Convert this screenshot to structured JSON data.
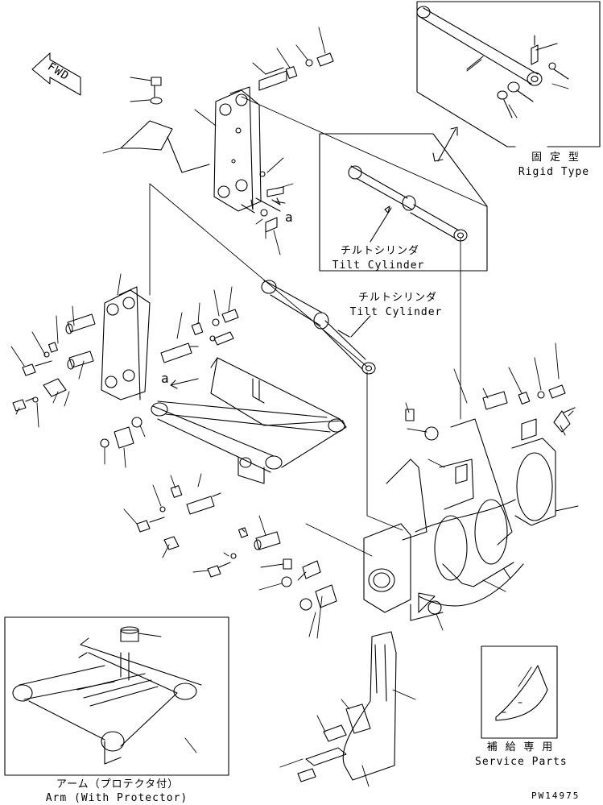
{
  "fwd_label": "FWD",
  "marker_a": "a",
  "rigid_type": {
    "ja": "固 定 型",
    "en": "Rigid Type"
  },
  "tilt_cylinder_upper": {
    "ja": "チルトシリンダ",
    "en": "Tilt Cylinder"
  },
  "tilt_cylinder_middle": {
    "ja": "チルトシリンダ",
    "en": "Tilt Cylinder"
  },
  "service_parts": {
    "ja": "補 給 専 用",
    "en": "Service Parts"
  },
  "arm_with_protector": {
    "ja": "アーム（プロテクタ付）",
    "en": "Arm (With Protector)"
  },
  "drawing_number": "PW14975"
}
